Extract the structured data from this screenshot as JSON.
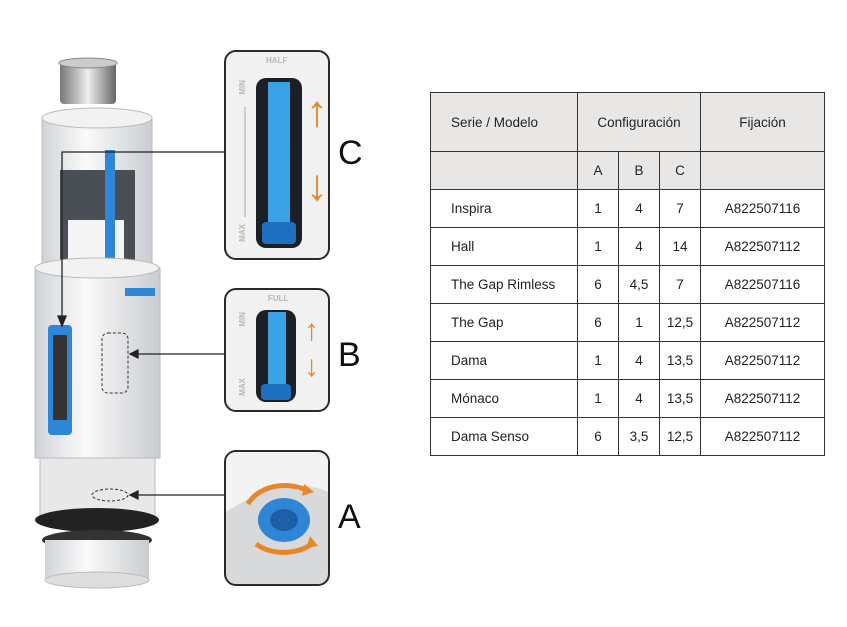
{
  "callouts": {
    "c": {
      "letter": "C",
      "top_label": "HALF",
      "min_label": "MIN",
      "max_label": "MAX"
    },
    "b": {
      "letter": "B",
      "top_label": "FULL",
      "min_label": "MIN",
      "max_label": "MAX"
    },
    "a": {
      "letter": "A"
    }
  },
  "colors": {
    "accent_orange": "#e8872a",
    "accent_blue": "#2f86d6"
  },
  "table": {
    "headers": {
      "model": "Serie / Modelo",
      "config": "Configuración",
      "fixing": "Fijación"
    },
    "subheaders": [
      "A",
      "B",
      "C"
    ],
    "rows": [
      {
        "model": "Inspira",
        "a": "1",
        "b": "4",
        "c": "7",
        "fixing": "A822507116"
      },
      {
        "model": "Hall",
        "a": "1",
        "b": "4",
        "c": "14",
        "fixing": "A822507112"
      },
      {
        "model": "The Gap Rimless",
        "a": "6",
        "b": "4,5",
        "c": "7",
        "fixing": "A822507116"
      },
      {
        "model": "The Gap",
        "a": "6",
        "b": "1",
        "c": "12,5",
        "fixing": "A822507112"
      },
      {
        "model": "Dama",
        "a": "1",
        "b": "4",
        "c": "13,5",
        "fixing": "A822507112"
      },
      {
        "model": "Mónaco",
        "a": "1",
        "b": "4",
        "c": "13,5",
        "fixing": "A822507112"
      },
      {
        "model": "Dama Senso",
        "a": "6",
        "b": "3,5",
        "c": "12,5",
        "fixing": "A822507112"
      }
    ]
  }
}
